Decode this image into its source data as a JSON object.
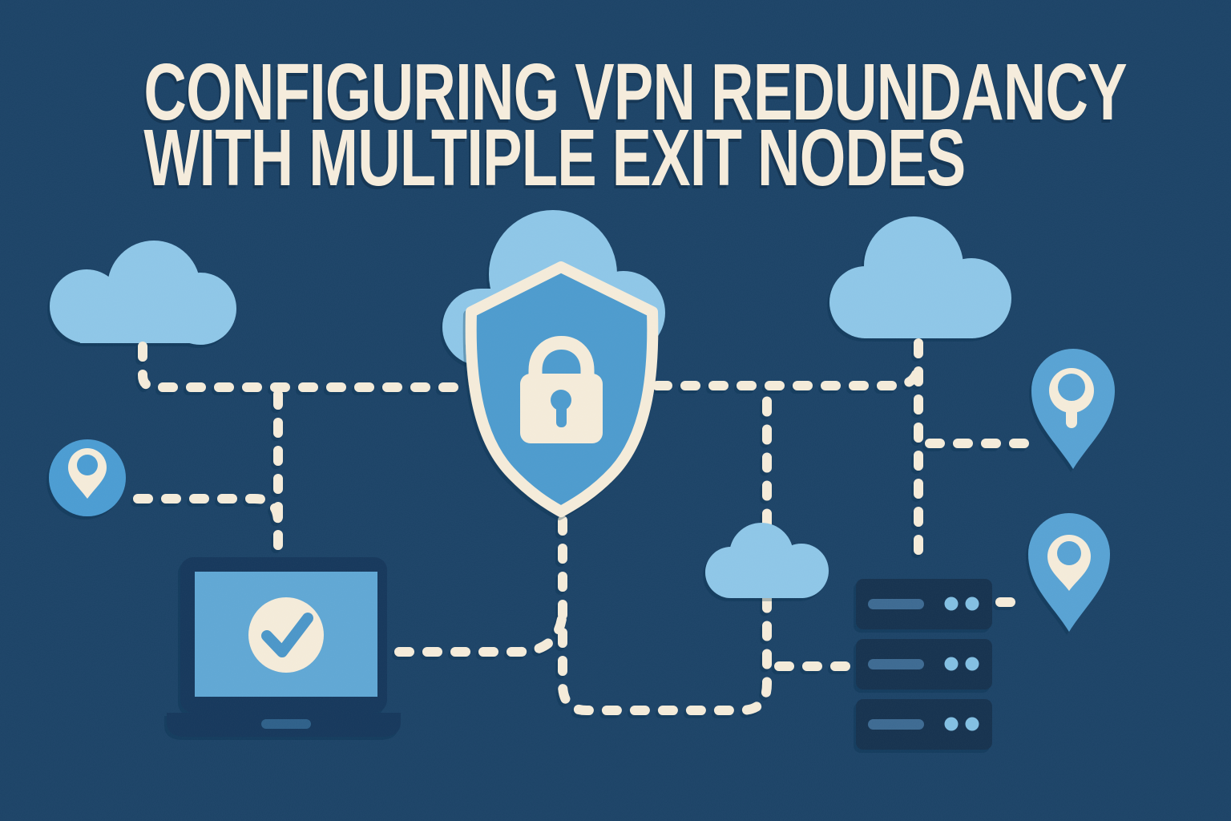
{
  "title": {
    "line1": "CONFIGURING VPN REDUNDANCY",
    "line2": "WITH MULTIPLE EXIT NODES"
  },
  "colors": {
    "bg": "#1C4367",
    "cloud": "#8EC6E7",
    "shield": "#4E9BCD",
    "screen": "#60A7D4",
    "pin": "#4C9CD2",
    "pin-right": "#58A2D3",
    "cream": "#F4EBD9",
    "navy": "#16395C",
    "server-navy": "#16324F",
    "slot": "#3C6A92",
    "dot": "#82BFE2",
    "check": "#4B96C8",
    "notch": "#2E6189",
    "title": "#F5ECDC"
  },
  "nodes": [
    {
      "id": "cloud-left",
      "type": "cloud"
    },
    {
      "id": "cloud-behind-shield",
      "type": "cloud"
    },
    {
      "id": "cloud-right",
      "type": "cloud"
    },
    {
      "id": "cloud-small",
      "type": "cloud"
    },
    {
      "id": "shield-lock",
      "type": "security-shield-with-padlock"
    },
    {
      "id": "pin-left",
      "type": "location-pin-in-circle"
    },
    {
      "id": "pin-upper-right",
      "type": "location-pin"
    },
    {
      "id": "pin-lower-right",
      "type": "location-pin"
    },
    {
      "id": "laptop",
      "type": "laptop-with-checkmark"
    },
    {
      "id": "server-stack",
      "type": "server-rack",
      "units": 3,
      "dots_per_unit": 2
    }
  ],
  "connections": [
    {
      "id": "c1",
      "from": "cloud-left",
      "to": "shield-lock",
      "style": "dashed"
    },
    {
      "id": "c2",
      "from": "cloud-left-line",
      "to": "laptop",
      "style": "dashed"
    },
    {
      "id": "c3",
      "from": "pin-left",
      "to": "laptop-branch",
      "style": "dashed"
    },
    {
      "id": "c4",
      "from": "shield-lock",
      "to": "cloud-right-line",
      "style": "dashed"
    },
    {
      "id": "c5",
      "from": "cloud-right",
      "to": "server-stack",
      "style": "dashed"
    },
    {
      "id": "c6",
      "from": "cloud-right-line",
      "to": "pin-upper-right",
      "style": "dashed"
    },
    {
      "id": "c7",
      "from": "shield-lock",
      "to": "cloud-small",
      "style": "dashed-loop"
    },
    {
      "id": "c8",
      "from": "laptop",
      "to": "shield-bottom-line",
      "style": "dashed"
    },
    {
      "id": "c9",
      "from": "cloud-small-line",
      "to": "server-stack",
      "style": "dashed"
    },
    {
      "id": "c10",
      "from": "server-stack",
      "to": "pin-lower-right",
      "style": "dashed"
    }
  ]
}
